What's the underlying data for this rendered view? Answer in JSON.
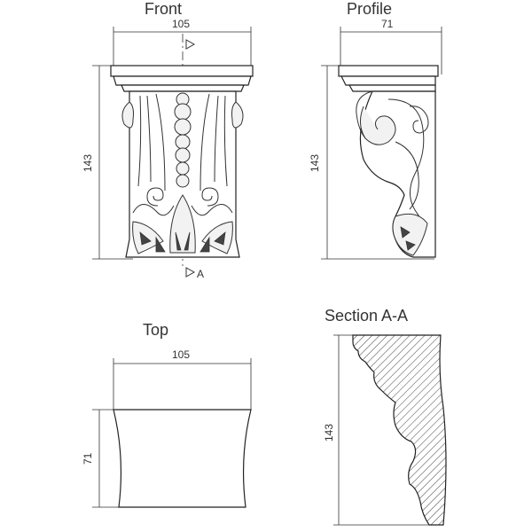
{
  "views": {
    "front": {
      "title": "Front",
      "width_label": "105",
      "height_label": "143",
      "section_marker": "A"
    },
    "profile": {
      "title": "Profile",
      "depth_label": "71",
      "height_label": "143"
    },
    "top": {
      "title": "Top",
      "width_label": "105",
      "depth_label": "71"
    },
    "section": {
      "title": "Section A-A",
      "height_label": "143"
    }
  },
  "colors": {
    "line": "#333333",
    "background": "#ffffff"
  }
}
